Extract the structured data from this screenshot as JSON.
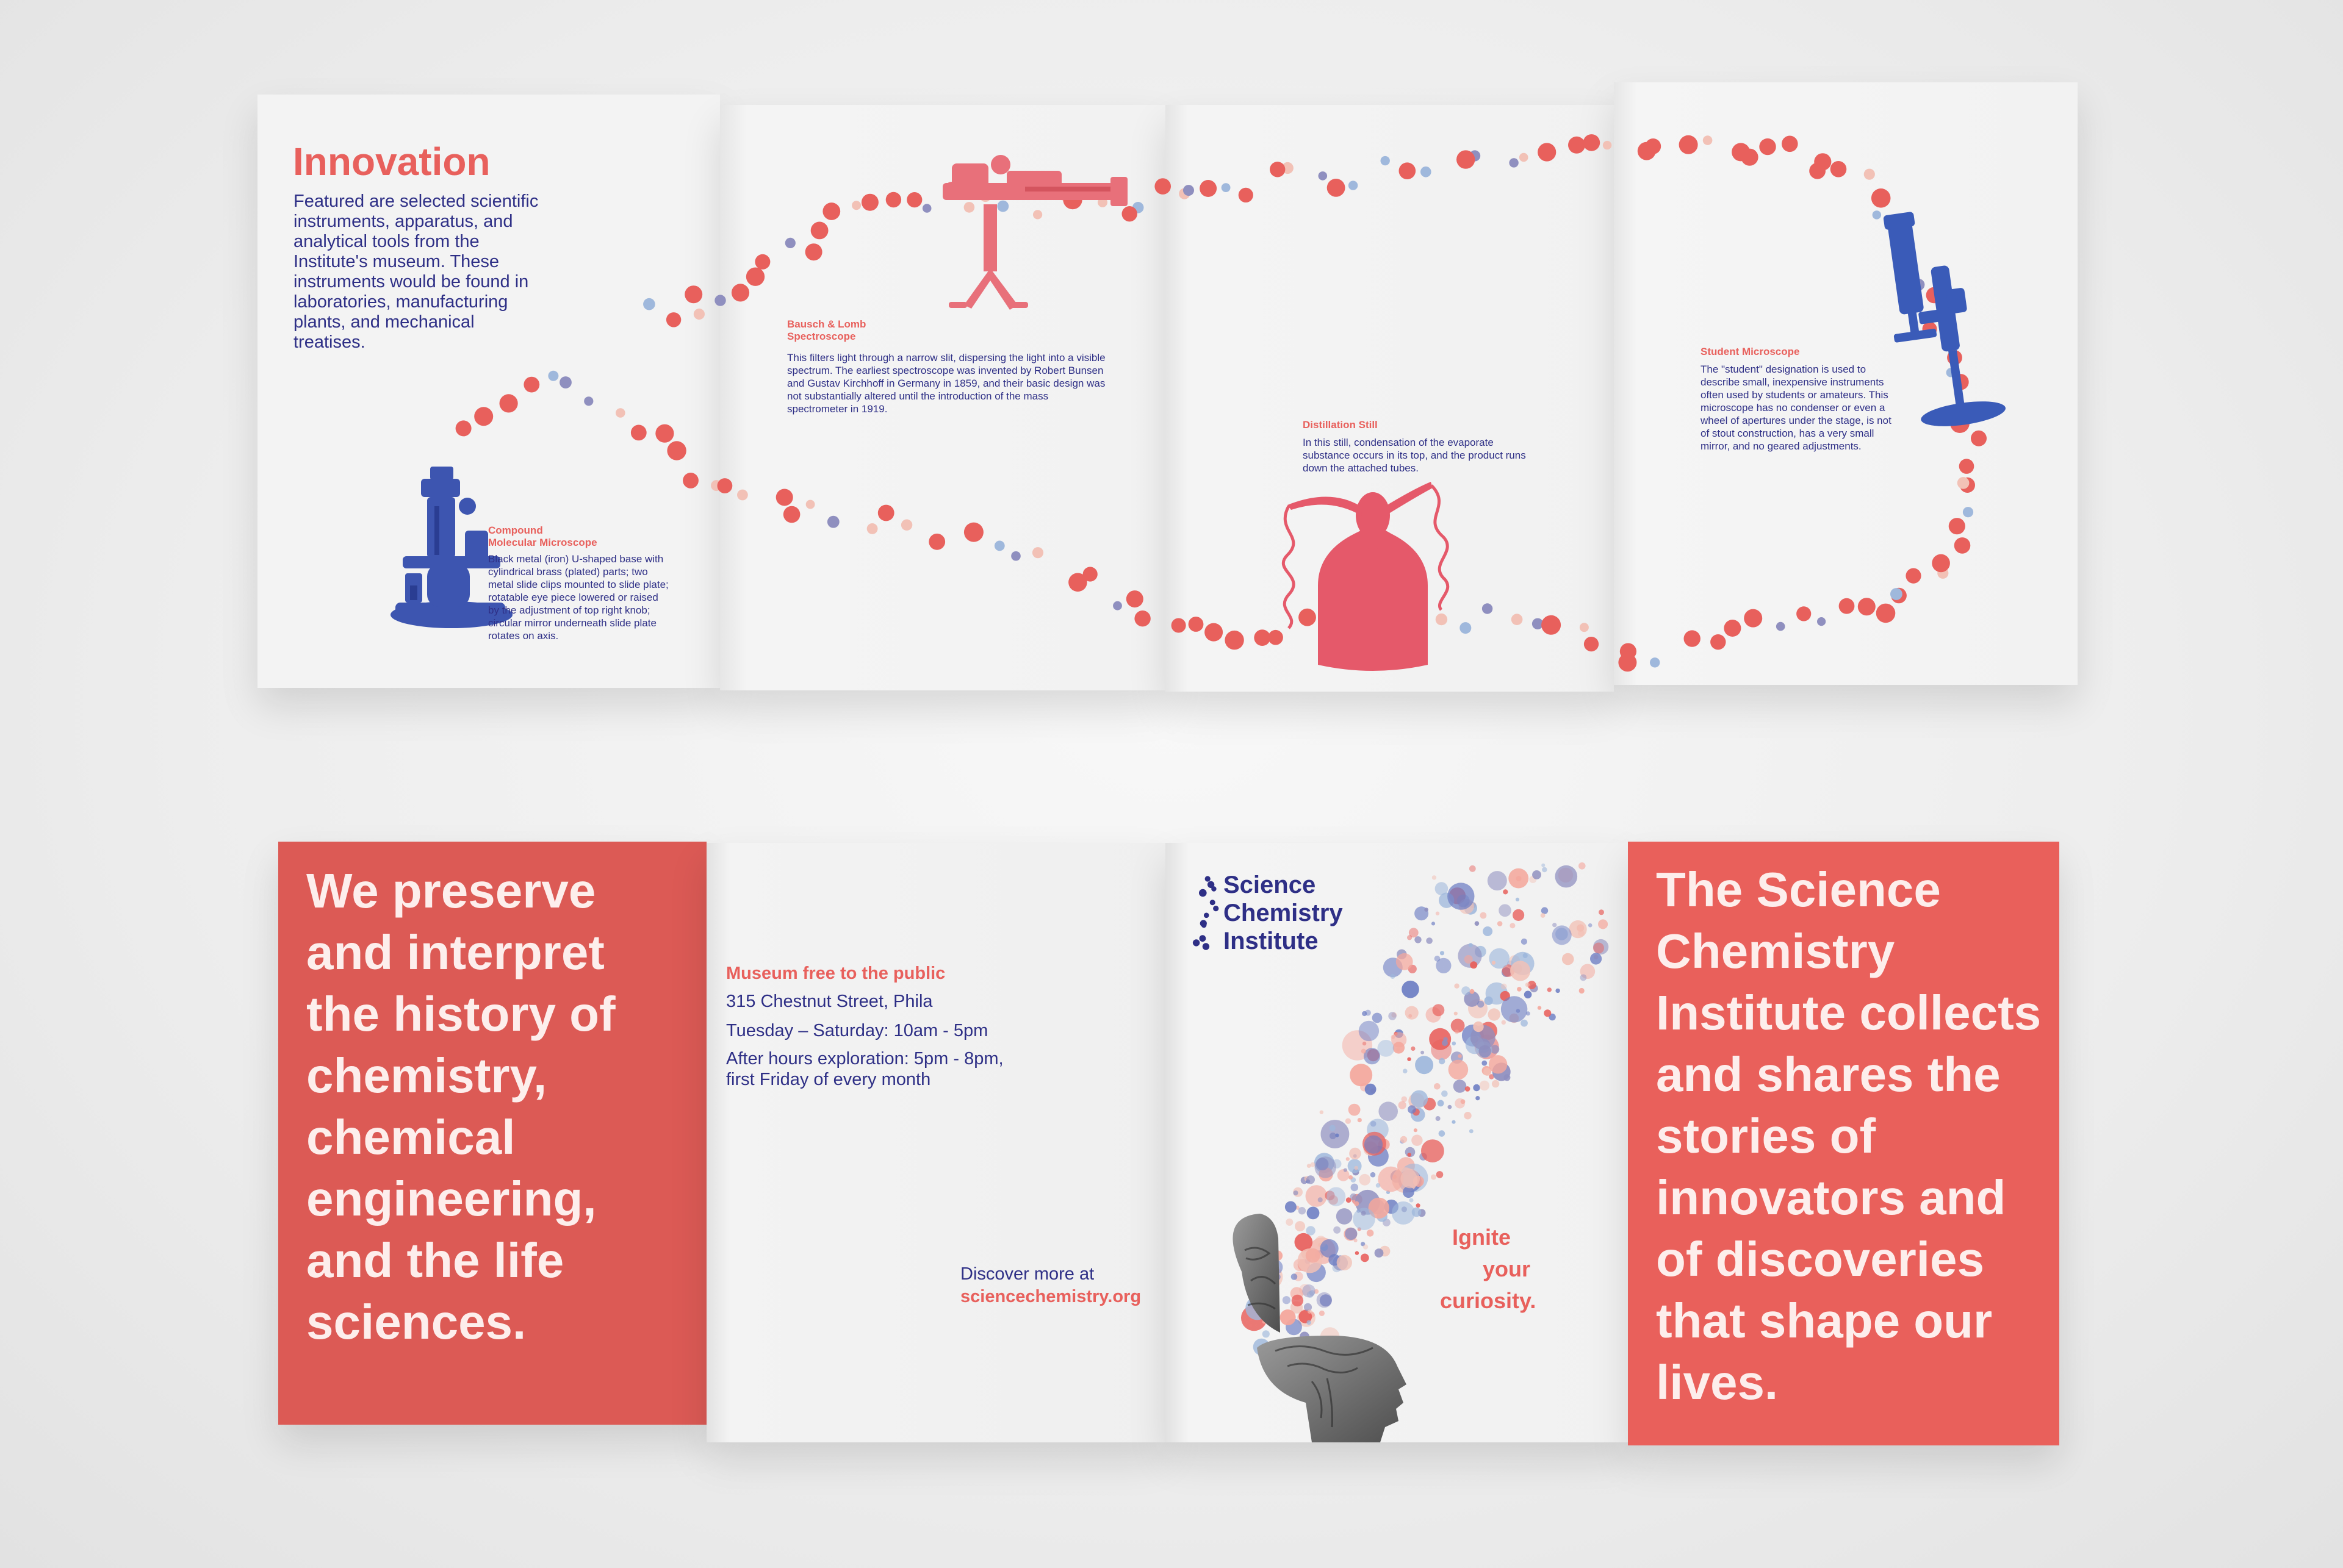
{
  "inside": {
    "title": "Innovation",
    "intro": "Featured are selected scientific instruments, apparatus, and analytical tools from the Institute's museum. These instruments would be found in laboratories, manufacturing plants, and mechanical treatises.",
    "instruments": [
      {
        "title_line1": "Compound",
        "title_line2": "Molecular Microscope",
        "body": "Black metal (iron) U-shaped base with cylindrical brass (plated) parts; two metal slide clips mounted to slide plate; rotatable eye piece lowered or raised by the adjustment of top right knob; circular mirror underneath slide plate rotates on axis."
      },
      {
        "title_line1": "Bausch & Lomb",
        "title_line2": "Spectroscope",
        "body": "This filters light through a narrow slit, dispersing the light into a visible spectrum. The earliest spectroscope was invented by Robert Bunsen and Gustav Kirchhoff in Germany in 1859, and their basic design was not substantially altered until the introduction of the mass spectrometer in 1919."
      },
      {
        "title_line1": "Distillation Still",
        "title_line2": "",
        "body": "In this still, condensation of the evaporate substance occurs in its top, and the product runs down the attached tubes."
      },
      {
        "title_line1": "Student Microscope",
        "title_line2": "",
        "body": "The \"student\" designation is used to describe small, inexpensive instruments often used by students or amateurs. This microscope has no condenser or even a wheel of apertures under the stage, is not of stout construction, has a very small mirror, and no geared adjustments."
      }
    ]
  },
  "outside": {
    "mission": "We preserve and interpret the history of chemistry, chemical engineering, and the life sciences.",
    "visit": {
      "heading": "Museum free to the public",
      "address": "315 Chestnut Street, Phila",
      "hours": "Tuesday – Saturday: 10am - 5pm",
      "after_hours_1": "After hours exploration: 5pm - 8pm,",
      "after_hours_2": "first Friday of every month",
      "discover": "Discover more at",
      "url": "sciencechemistry.org"
    },
    "logo": {
      "line1": "Science",
      "line2": "Chemistry",
      "line3": "Institute"
    },
    "tagline": {
      "line1": "Ignite",
      "line2": "your",
      "line3": "curiosity."
    },
    "statement": "The Science Chemistry Institute collects and shares the stories of innovators and of discoveries that shape our lives."
  },
  "colors": {
    "coral": "#e8605c",
    "navy": "#2e2f86",
    "light_blue": "#9fb8dc",
    "pink": "#f2c1b6",
    "lavender": "#8f8fbf",
    "paper": "#f3f3f3"
  },
  "icons": [
    "compound-microscope-icon",
    "spectroscope-icon",
    "distillation-still-icon",
    "student-microscope-icon",
    "brain-head-icon",
    "logo-dots-icon"
  ]
}
